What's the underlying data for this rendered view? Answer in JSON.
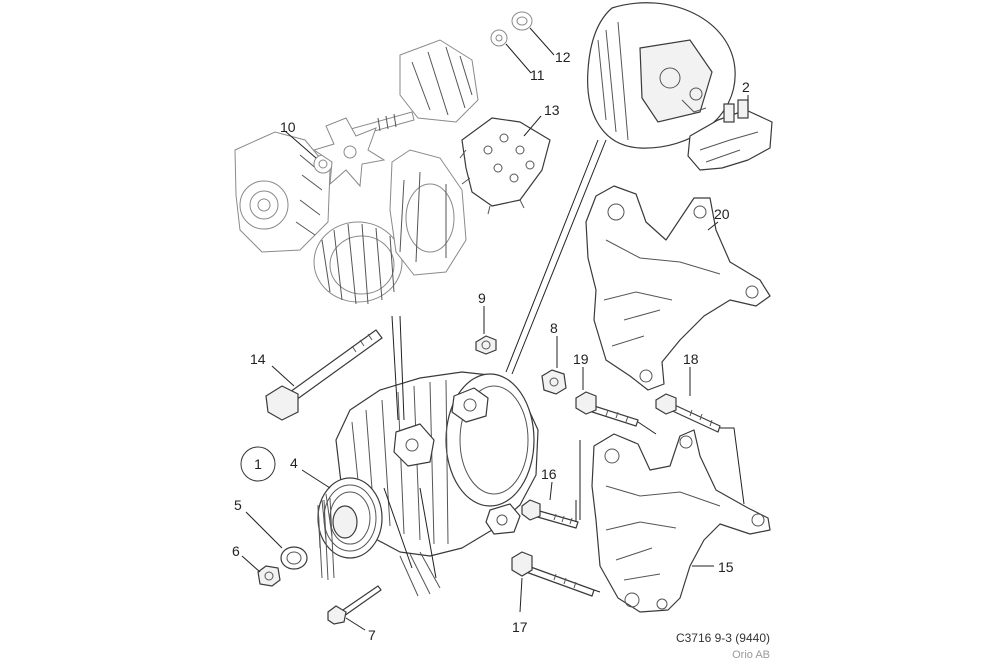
{
  "diagram": {
    "callouts": {
      "c1": "1",
      "c2": "2",
      "c4": "4",
      "c5": "5",
      "c6": "6",
      "c7": "7",
      "c8": "8",
      "c9": "9",
      "c10": "10",
      "c11": "11",
      "c12": "12",
      "c13": "13",
      "c14": "14",
      "c15": "15",
      "c16": "16",
      "c17": "17",
      "c18": "18",
      "c19": "19",
      "c20": "20"
    },
    "reference_code": "C3716 9-3 (9440)",
    "copyright": "Orio AB"
  }
}
